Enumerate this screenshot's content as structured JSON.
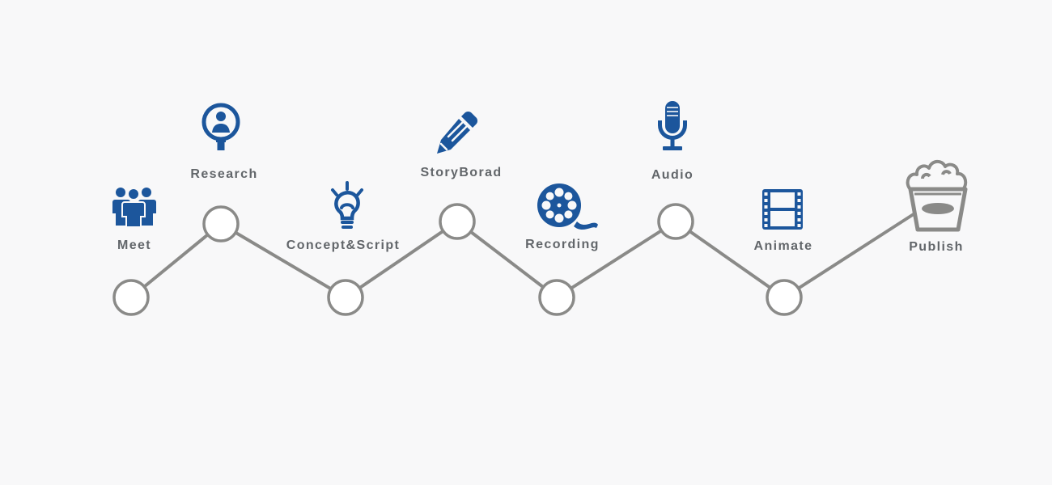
{
  "colors": {
    "line": "#8a8a88",
    "node_fill": "#ffffff",
    "icon_blue": "#1c569c",
    "icon_gray": "#8a8a88",
    "label": "#62666a",
    "background": "#f8f8f9"
  },
  "steps": [
    {
      "label": "Meet",
      "icon": "people-group-icon"
    },
    {
      "label": "Research",
      "icon": "magnifier-person-icon"
    },
    {
      "label": "Concept&Script",
      "icon": "lightbulb-icon"
    },
    {
      "label": "StoryBorad",
      "icon": "pencil-icon"
    },
    {
      "label": "Recording",
      "icon": "film-reel-icon"
    },
    {
      "label": "Audio",
      "icon": "microphone-icon"
    },
    {
      "label": "Animate",
      "icon": "film-strip-icon"
    },
    {
      "label": "Publish",
      "icon": "popcorn-icon"
    }
  ]
}
